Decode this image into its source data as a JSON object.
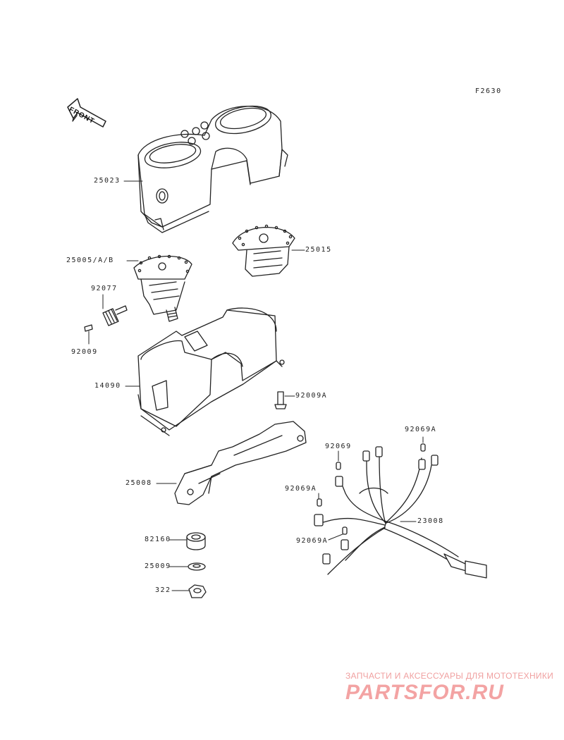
{
  "diagram_code": "F2630",
  "front_label": "FRONT",
  "labels": {
    "p25023": "25023",
    "p25005": "25005/A/B",
    "p25015": "25015",
    "p92077": "92077",
    "p92009": "92009",
    "p14090": "14090",
    "p92009A": "92009A",
    "p92069A_top": "92069A",
    "p92069": "92069",
    "p25008": "25008",
    "p92069A_mid": "92069A",
    "p23008": "23008",
    "p92069A_low": "92069A",
    "p82160": "82160",
    "p25009": "25009",
    "p322": "322"
  },
  "watermark": {
    "line1": "ЗАПЧАСТИ И АКСЕССУАРЫ ДЛЯ МОТОТЕХНИКИ",
    "line2": "PARTSFOR.RU"
  }
}
